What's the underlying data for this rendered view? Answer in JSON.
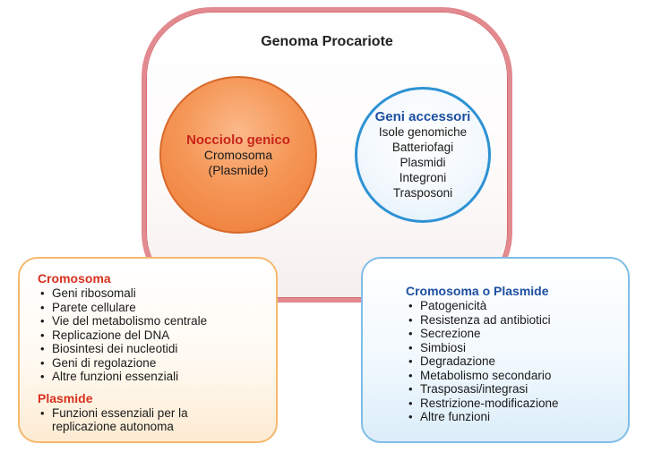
{
  "genome": {
    "title": "Genoma Procariote"
  },
  "nucleus": {
    "title": "Nocciolo genico",
    "lines": [
      "Cromosoma",
      "(Plasmide)"
    ]
  },
  "accessory": {
    "title": "Geni accessori",
    "items": [
      "Isole genomiche",
      "Batteriofagi",
      "Plasmidi",
      "Integroni",
      "Trasposoni"
    ]
  },
  "left_panel": {
    "chromosome_title": "Cromosoma",
    "chromosome_items": [
      "Geni ribosomali",
      "Parete cellulare",
      "Vie del metabolismo centrale",
      "Replicazione del DNA",
      "Biosintesi dei nucleotidi",
      "Geni di regolazione",
      "Altre funzioni essenziali"
    ],
    "plasmid_title": "Plasmide",
    "plasmid_item": "Funzioni essenziali per la",
    "plasmid_item_cont": "replicazione autonoma"
  },
  "right_panel": {
    "title": "Cromosoma o Plasmide",
    "items": [
      "Patogenicità",
      "Resistenza ad antibiotici",
      "Secrezione",
      "Simbiosi",
      "Degradazione",
      "Metabolismo secondario",
      "Trasposasi/integrasi",
      "Restrizione-modificazione",
      "Altre funzioni"
    ]
  },
  "colors": {
    "nucleus_fill": "#f59757",
    "nucleus_title": "#c9241b",
    "accessory_border": "#2e92d4",
    "genome_border": "#e28a8f",
    "left_panel_border": "#f5b96e",
    "right_panel_border": "#7fbde8",
    "blue_title": "#1d4fa0",
    "red_title": "#d6311f"
  }
}
